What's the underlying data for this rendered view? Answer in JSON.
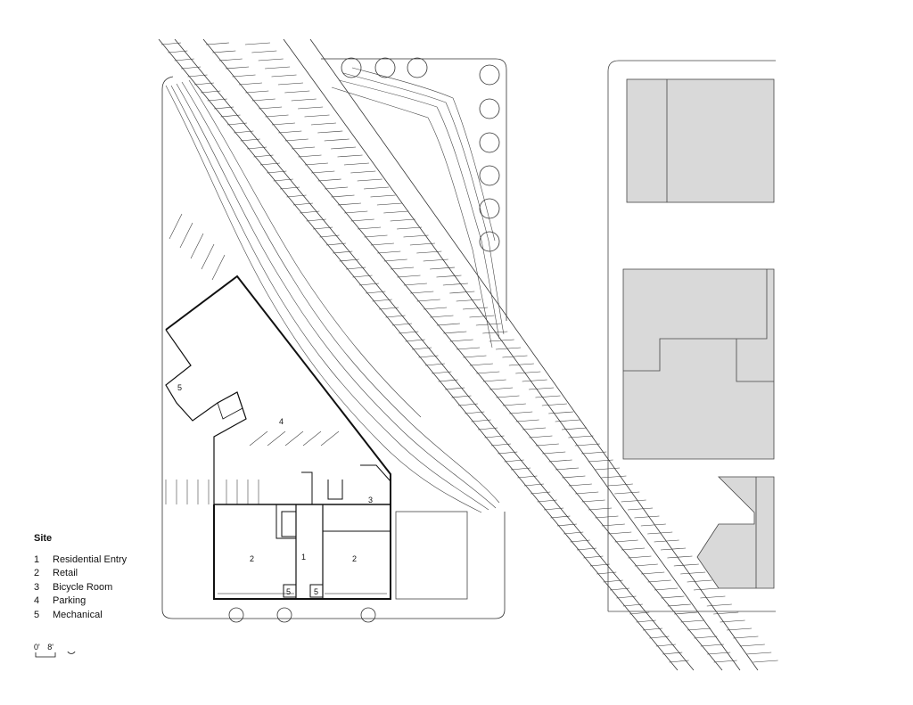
{
  "legend": {
    "title": "Site",
    "items": [
      {
        "num": "1",
        "label": "Residential Entry"
      },
      {
        "num": "2",
        "label": "Retail"
      },
      {
        "num": "3",
        "label": "Bicycle Room"
      },
      {
        "num": "4",
        "label": "Parking"
      },
      {
        "num": "5",
        "label": "Mechanical"
      }
    ]
  },
  "scale": {
    "start": "0'",
    "end": "8'"
  },
  "plan_labels": {
    "retail": "2",
    "entry": "1",
    "bicycle": "3",
    "parking": "4",
    "mechanical": "5"
  },
  "colors": {
    "line": "#222222",
    "building_fill": "#d9d9d9"
  }
}
